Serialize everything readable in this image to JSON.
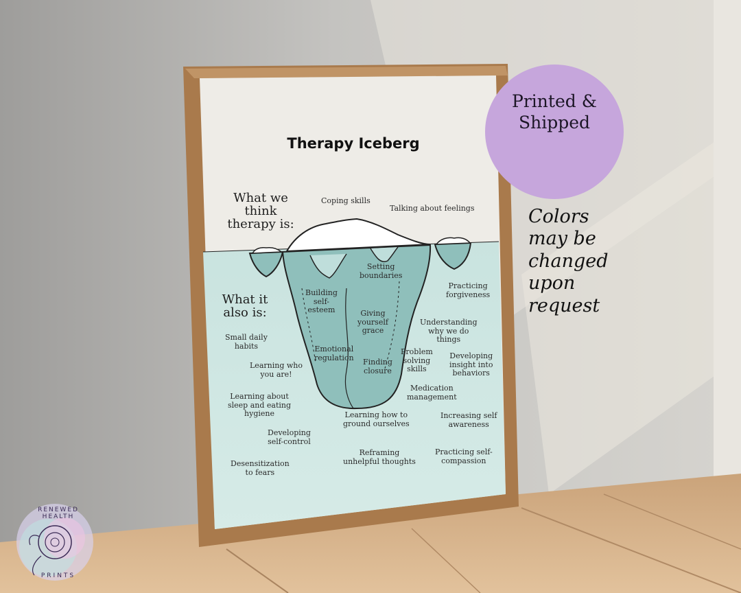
{
  "poster": {
    "title": "Therapy Iceberg",
    "above_heading": [
      "What we",
      "think",
      "therapy is:"
    ],
    "below_heading": [
      "What it",
      "also is:"
    ],
    "above_items": [
      "Coping skills",
      "Talking about feelings"
    ],
    "iceberg_items": [
      [
        "Setting",
        "boundaries"
      ],
      [
        "Building",
        "self-",
        "esteem"
      ],
      [
        "Giving",
        "yourself",
        "grace"
      ],
      [
        "Emotional",
        "regulation"
      ],
      [
        "Finding",
        "closure"
      ]
    ],
    "side_items": [
      [
        "Practicing",
        "forgiveness"
      ],
      [
        "Understanding",
        "why we do",
        "things"
      ],
      [
        "Small daily",
        "habits"
      ],
      [
        "Developing",
        "insight into",
        "behaviors"
      ],
      [
        "Problem",
        "solving",
        "skills"
      ],
      [
        "Learning who",
        "you are!"
      ],
      [
        "Medication",
        "management"
      ],
      [
        "Learning about",
        "sleep and eating",
        "hygiene"
      ],
      [
        "Learning how to",
        "ground ourselves"
      ],
      [
        "Increasing self",
        "awareness"
      ],
      [
        "Developing",
        "self-control"
      ],
      [
        "Reframing",
        "unhelpful thoughts"
      ],
      [
        "Practicing self-",
        "compassion"
      ],
      [
        "Desensitization",
        "to fears"
      ]
    ]
  },
  "badge": {
    "line1": "Printed &",
    "line2": "Shipped",
    "icon": "mailbox-icon",
    "color": "#c6a6dc"
  },
  "note": [
    "Colors",
    "may be",
    "changed",
    "upon",
    "request"
  ],
  "logo": {
    "top_text": "RENEWED HEALTH",
    "bottom_text": "PRINTS",
    "icon": "peony-flower-icon"
  },
  "colors": {
    "water": "#cfe6e2",
    "iceberg": "#8fbfbb",
    "frame": "#a97a4c",
    "floor": "#d9b68e"
  }
}
